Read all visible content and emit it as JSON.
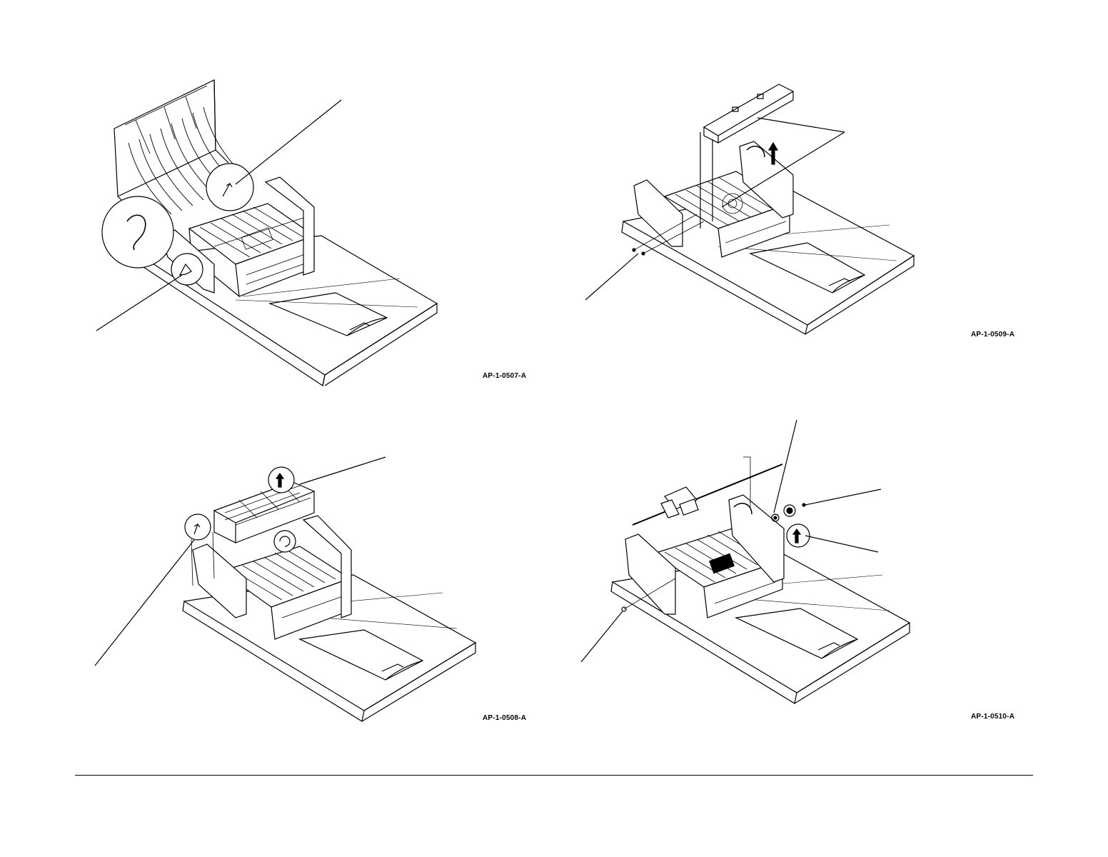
{
  "figures": [
    {
      "code": "AP-1-0507-A"
    },
    {
      "code": "AP-1-0509-A"
    },
    {
      "code": "AP-1-0508-A"
    },
    {
      "code": "AP-1-0510-A"
    }
  ]
}
